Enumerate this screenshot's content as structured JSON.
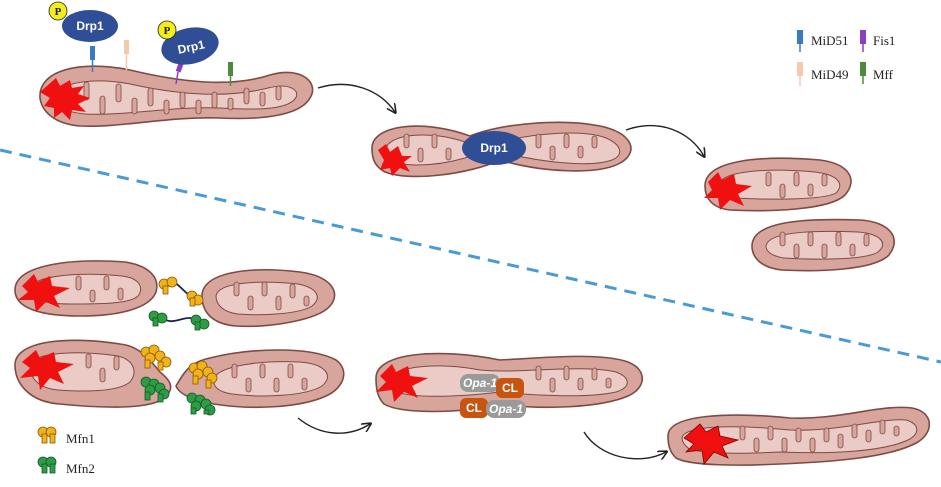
{
  "colors": {
    "membrane": "#d8a59c",
    "membrane_stroke": "#7d4b44",
    "matrix": "#ebcbc5",
    "damage": "#f01010",
    "drp1": "#2f4e95",
    "phospho": "#f4ec1c",
    "mid51": "#3a78c8",
    "fis1": "#8a3fbf",
    "mid49": "#f6c9ad",
    "mff": "#4d8a3a",
    "mfn1": "#f2b21a",
    "mfn2": "#2e9b47",
    "opa1": "#9a9a9a",
    "cl": "#c8550f",
    "divider": "#4a9ad6"
  },
  "labels": {
    "drp1": "Drp1",
    "phospho": "P",
    "opa1": "Opa-1",
    "cl": "CL"
  },
  "legend_top": [
    {
      "key": "mid51",
      "label": "MiD51"
    },
    {
      "key": "fis1",
      "label": "Fis1"
    },
    {
      "key": "mid49",
      "label": "MiD49"
    },
    {
      "key": "mff",
      "label": "Mff"
    }
  ],
  "legend_bottom": [
    {
      "key": "mfn1",
      "label": "Mfn1"
    },
    {
      "key": "mfn2",
      "label": "Mfn2"
    }
  ]
}
